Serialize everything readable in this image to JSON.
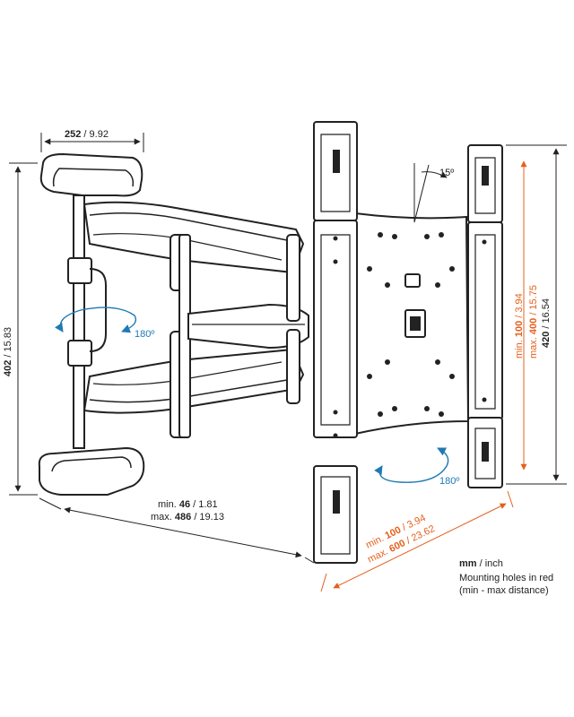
{
  "dimensions": {
    "top_width": {
      "bold": "252",
      "rest": " / 9.92"
    },
    "left_height": {
      "bold": "402",
      "rest": " / 15.83"
    },
    "right_height": {
      "bold": "420",
      "rest": " / 16.54"
    },
    "vesa_vertical": {
      "min": {
        "prefix": "min. ",
        "bold": "100",
        "rest": " / 3.94"
      },
      "max": {
        "prefix": "max. ",
        "bold": "400",
        "rest": " / 15.75"
      }
    },
    "vesa_horizontal": {
      "min": {
        "prefix": "min. ",
        "bold": "100",
        "rest": " / 3.94"
      },
      "max": {
        "prefix": "max. ",
        "bold": "600",
        "rest": " / 23.62"
      }
    },
    "depth": {
      "min": {
        "prefix": "min. ",
        "bold": "46",
        "rest": " / 1.81"
      },
      "max": {
        "prefix": "max. ",
        "bold": "486",
        "rest": " / 19.13"
      }
    }
  },
  "angles": {
    "tilt": "15º",
    "swivel_left": "180º",
    "swivel_right": "180º"
  },
  "legend": {
    "unit_bold": "mm",
    "unit_rest": " / inch",
    "line1": "Mounting holes in red",
    "line2": "(min - max distance)"
  },
  "colors": {
    "dimension_red": "#e4601c",
    "rotation_blue": "#1f7ab3",
    "line": "#222222"
  }
}
